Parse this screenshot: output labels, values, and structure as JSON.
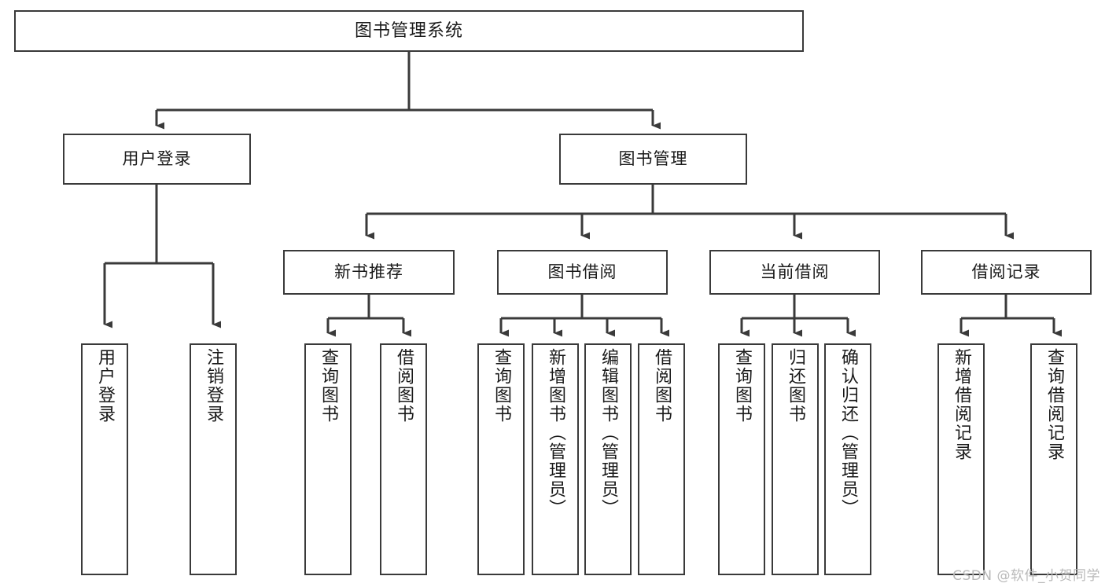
{
  "diagram": {
    "type": "tree-hierarchy",
    "title": "图书管理系统",
    "watermark": "CSDN @软件_小贺同学",
    "colors": {
      "node_border": "#3a3a3a",
      "node_fill": "#ffffff",
      "edge": "#3a3a3a",
      "text": "#1a1a1a",
      "background": "#ffffff",
      "watermark": "#b9b9b9"
    },
    "nodes": {
      "root": {
        "label": "图书管理系统"
      },
      "level2": [
        {
          "label": "用户登录"
        },
        {
          "label": "图书管理"
        }
      ],
      "level3": [
        {
          "label": "新书推荐"
        },
        {
          "label": "图书借阅"
        },
        {
          "label": "当前借阅"
        },
        {
          "label": "借阅记录"
        }
      ],
      "leaves": {
        "user_login": [
          {
            "label": "用户登录"
          },
          {
            "label": "注销登录"
          }
        ],
        "new_book_recommend": [
          {
            "label": "查询图书"
          },
          {
            "label": "借阅图书"
          }
        ],
        "book_borrow": [
          {
            "label": "查询图书"
          },
          {
            "label": "新增图书（管理员）"
          },
          {
            "label": "编辑图书（管理员）"
          },
          {
            "label": "借阅图书"
          }
        ],
        "current_borrow": [
          {
            "label": "查询图书"
          },
          {
            "label": "归还图书"
          },
          {
            "label": "确认归还（管理员）"
          }
        ],
        "borrow_record": [
          {
            "label": "新增借阅记录"
          },
          {
            "label": "查询借阅记录"
          }
        ]
      }
    }
  }
}
